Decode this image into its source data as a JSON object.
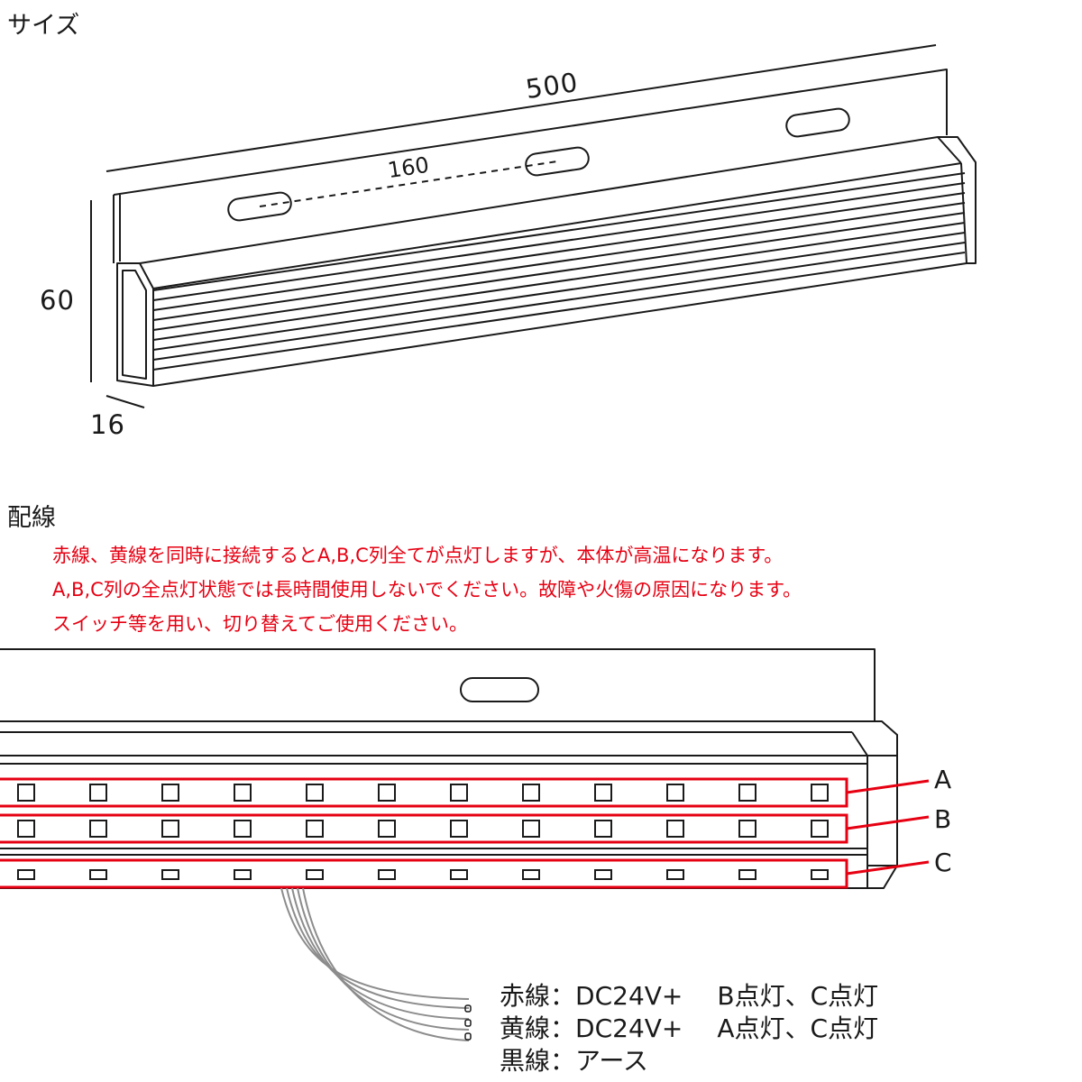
{
  "size_section": {
    "title": "サイズ",
    "dimensions": {
      "length": "500",
      "hole_pitch": "160",
      "height": "60",
      "depth": "16"
    }
  },
  "wiring_section": {
    "title": "配線",
    "warnings": [
      "赤線、黄線を同時に接続するとA,B,C列全てが点灯しますが、本体が高温になります。",
      "A,B,C列の全点灯状態では長時間使用しないでください。故障や火傷の原因になります。",
      "スイッチ等を用い、切り替えてご使用ください。"
    ],
    "rows": [
      "A",
      "B",
      "C"
    ],
    "wires": [
      {
        "name": "赤線",
        "spec": "：DC24V+",
        "function": "B点灯、C点灯"
      },
      {
        "name": "黄線",
        "spec": "：DC24V+",
        "function": "A点灯、C点灯"
      },
      {
        "name": "黒線",
        "spec": "：アース",
        "function": ""
      }
    ]
  },
  "colors": {
    "warning_red": "#e60012",
    "line": "#1a1a1a",
    "wire_gray": "#8c8c8c"
  }
}
